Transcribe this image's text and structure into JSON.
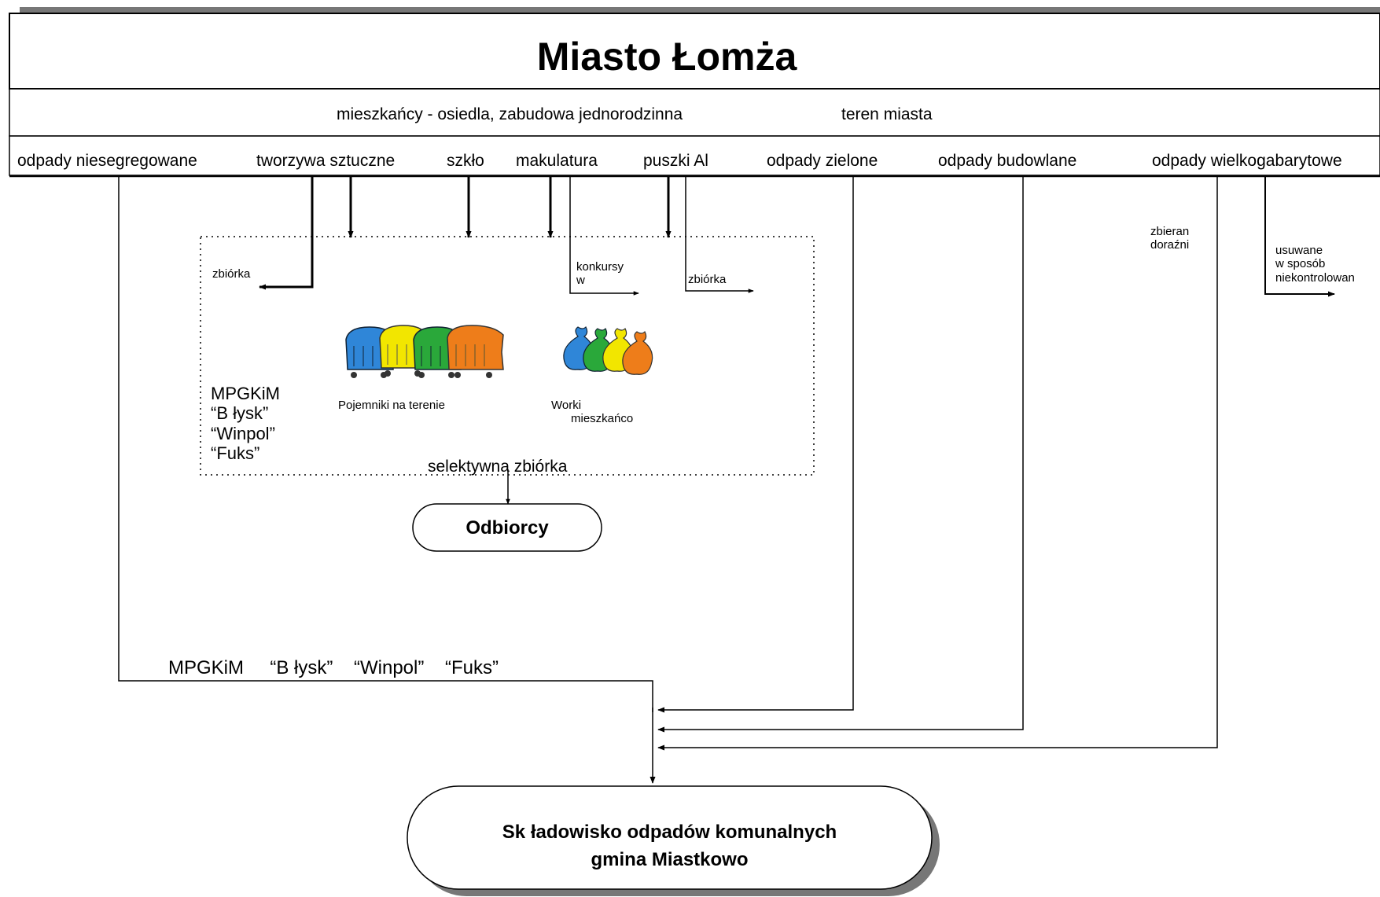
{
  "header": {
    "title": "Miasto Łomża",
    "residents": "mieszkańcy - osiedla, zabudowa jednorodzinna",
    "area": "teren miasta"
  },
  "categories": [
    "odpady niesegregowane",
    "tworzywa sztuczne",
    "szkło",
    "makulatura",
    "puszki Al",
    "odpady zielone",
    "odpady budowlane",
    "odpady wielkogabarytowe"
  ],
  "selective": {
    "zbiorka_left": "zbiórka",
    "konkursy": "konkursy\nw",
    "zbiorka_right": "zbiórka",
    "operators": "MPGKiM\n“B łysk”\n“Winpol”\n“Fuks”",
    "containers_label": "Pojemniki na terenie",
    "bags_label": "Worki\n      mieszkańco",
    "section_label": "selektywna zbiórka"
  },
  "bulky": {
    "collected": "zbieran\ndoraźni",
    "removed": "usuwane\nw sposób\nniekontrolowan"
  },
  "recipients": "Odbiorcy",
  "collectors_line": "MPGKiM     “B łysk”    “Winpol”    “Fuks”",
  "landfill": {
    "line1": "Sk ładowisko odpadów komunalnych",
    "line2": "gmina Miastkowo"
  },
  "colors": {
    "bin_blue": "#2f86d8",
    "bin_yellow": "#f2e600",
    "bin_green": "#2aa83a",
    "bin_orange": "#ee7d1a",
    "shadow": "#777777"
  }
}
